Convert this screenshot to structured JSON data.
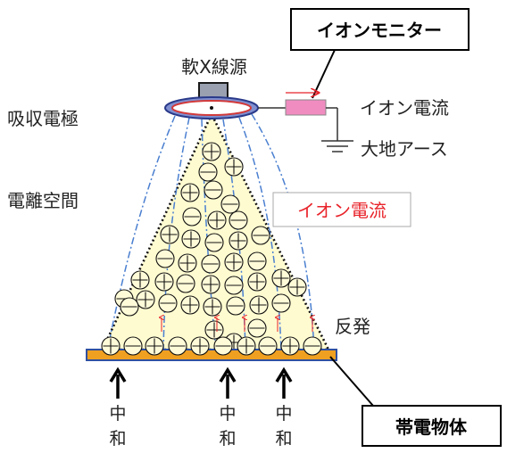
{
  "labels": {
    "source": "軟X線源",
    "ion_monitor": "イオンモニター",
    "absorb_electrode": "吸収電極",
    "ion_current_top": "イオン電流",
    "earth": "大地アース",
    "ionization_space": "電離空間",
    "ion_current_red": "イオン電流",
    "repulsion": "反発",
    "charged_object": "帯電物体",
    "neutral_1": "中和",
    "neutral_2": "中和",
    "neutral_3": "中和"
  },
  "colors": {
    "cone_fill": "#fffbd0",
    "electrode_ring": "#d23a3a",
    "electrode_fill": "#6f7fbf",
    "field_lines": "#4a7fd0",
    "ion_current_red": "#e8232a",
    "resistor": "#f08cc0",
    "plate_fill": "#f0a020",
    "plate_edge": "#3050a0"
  },
  "ions": [
    "plus",
    "minus",
    "plus",
    "minus",
    "minus",
    "plus",
    "minus",
    "plus",
    "minus",
    "plus",
    "plus",
    "minus",
    "plus",
    "minus",
    "minus",
    "plus",
    "minus",
    "plus",
    "minus",
    "plus",
    "plus",
    "minus",
    "plus",
    "minus",
    "plus",
    "plus",
    "minus",
    "plus",
    "minus",
    "plus",
    "plus",
    "minus",
    "plus",
    "plus",
    "minus",
    "minus",
    "plus",
    "plus",
    "minus",
    "minus",
    "plus",
    "minus",
    "plus",
    "minus",
    "plus",
    "minus",
    "plus",
    "minus",
    "plus",
    "minus",
    "plus",
    "minus",
    "plus",
    "minus",
    "plus",
    "minus",
    "plus",
    "minus"
  ]
}
